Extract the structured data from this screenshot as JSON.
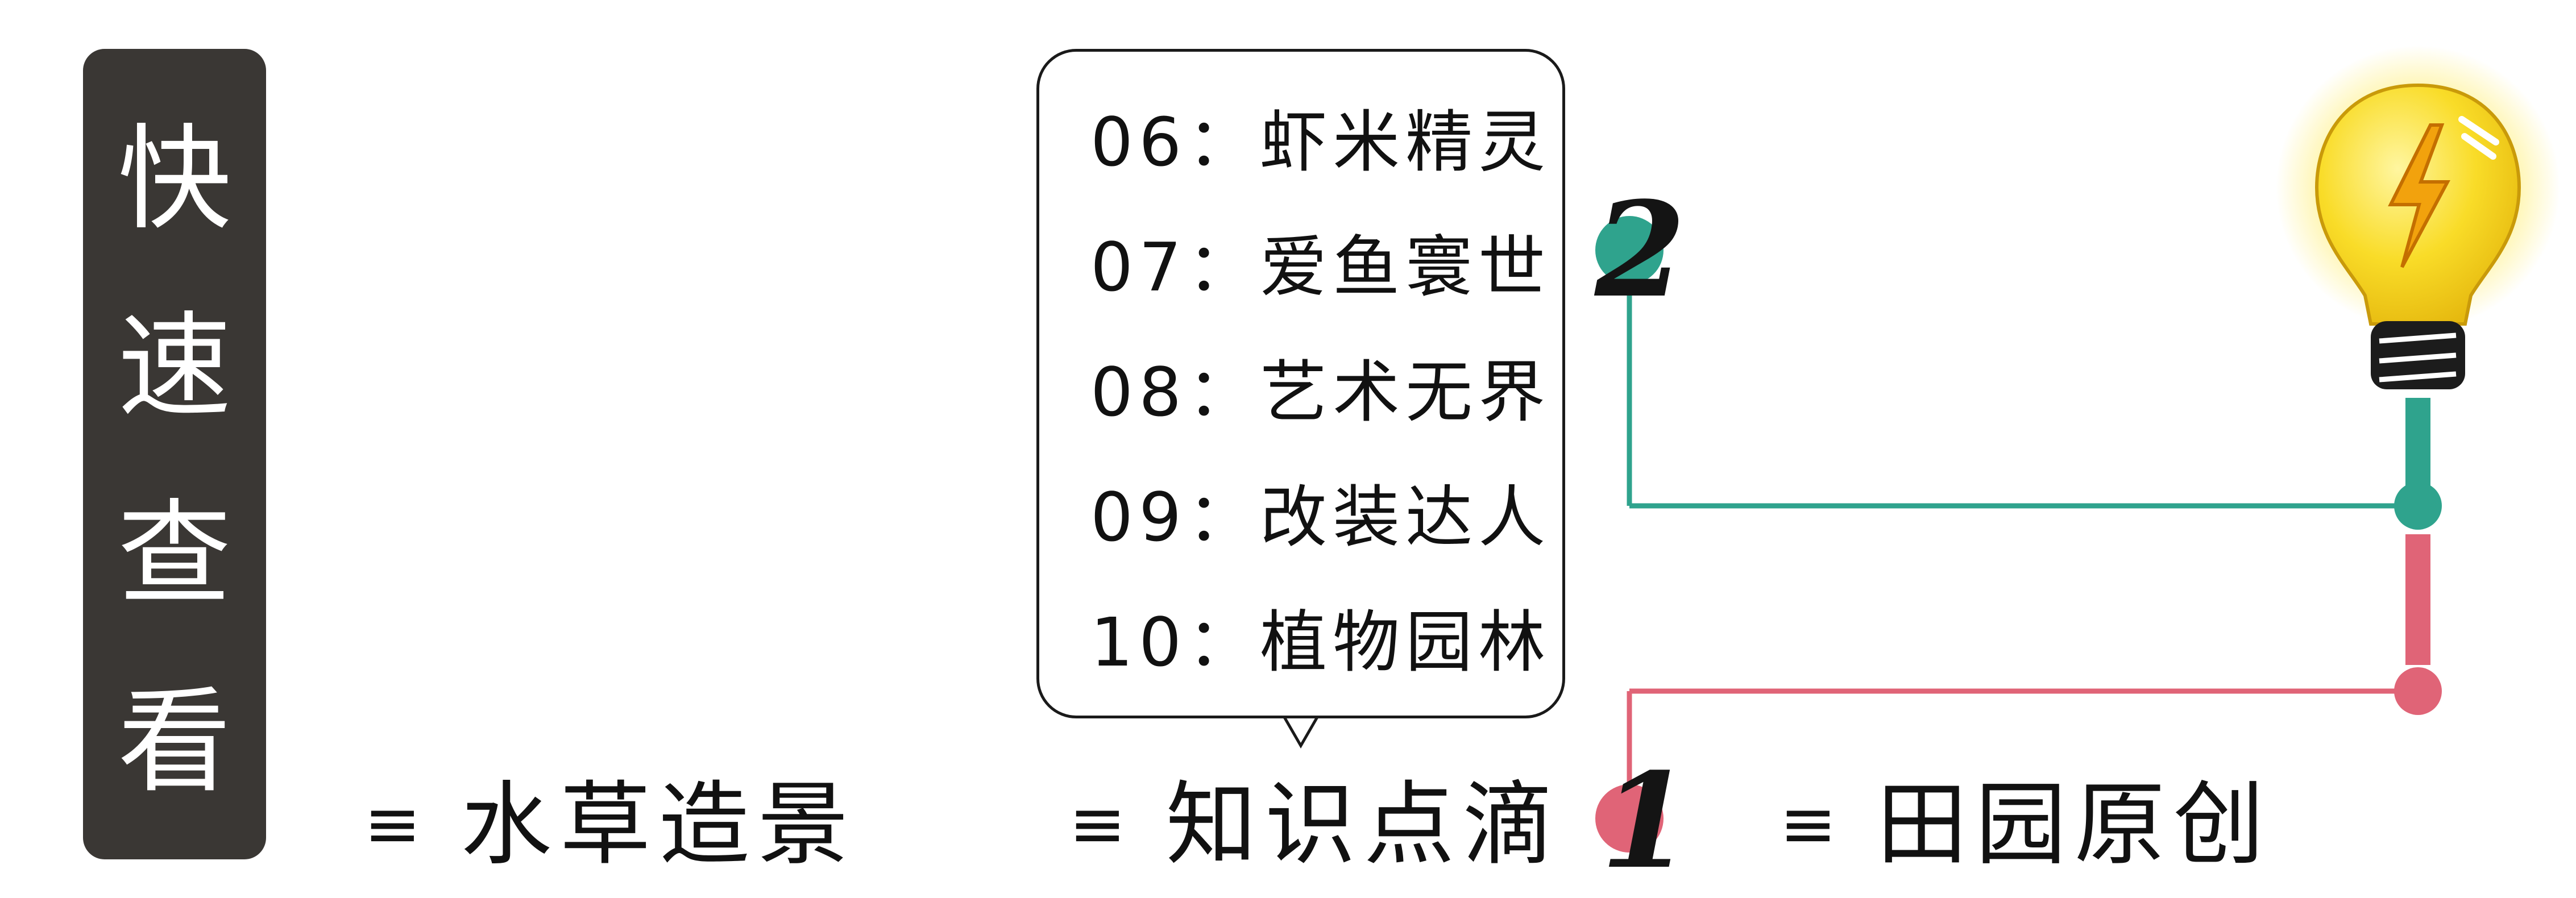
{
  "title_chars": [
    "快",
    "速",
    "查",
    "看"
  ],
  "bubble": {
    "items": [
      "06：虾米精灵",
      "07：爱鱼寰世",
      "08：艺术无界",
      "09：改装达人",
      "10：植物园林"
    ]
  },
  "menu": {
    "icon": "≡",
    "items": [
      {
        "label": "水草造景"
      },
      {
        "label": "知识点滴"
      },
      {
        "label": "田园原创"
      }
    ]
  },
  "steps": {
    "one": "1",
    "two": "2"
  },
  "colors": {
    "title_bar": "#3a3734",
    "teal": "#2fa38d",
    "red": "#e06477",
    "bulb_yellow": "#f6d41f"
  },
  "icons": [
    "lightbulb-icon",
    "menu-icon"
  ]
}
